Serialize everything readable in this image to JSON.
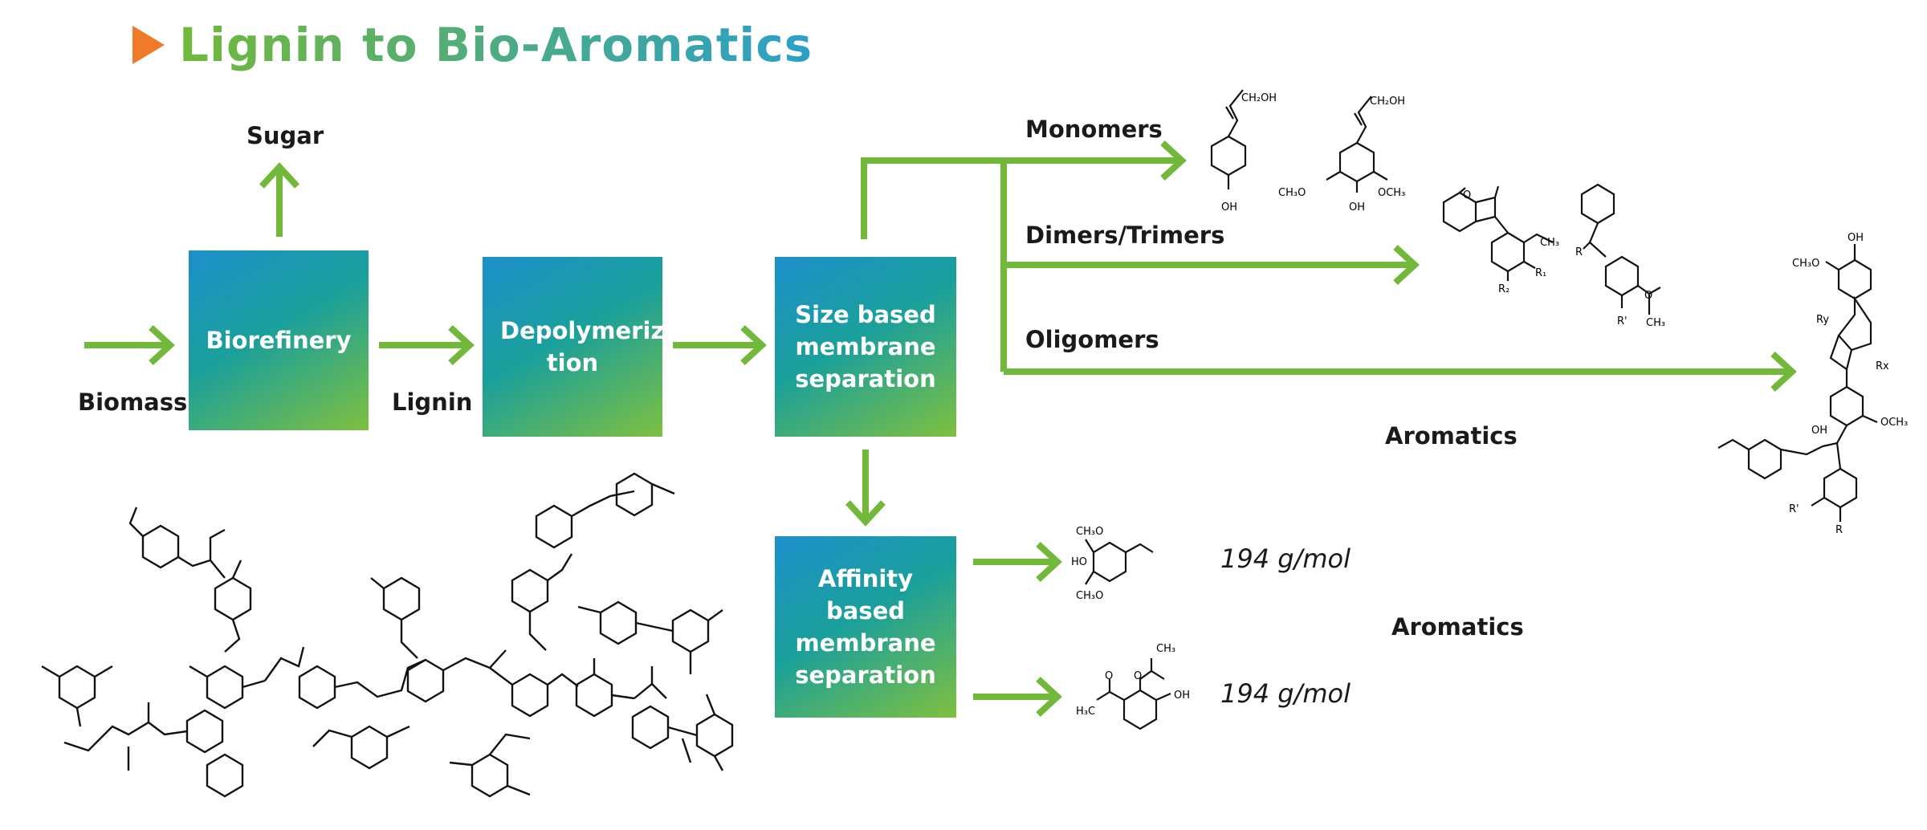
{
  "title": "Lignin to Bio-Aromatics",
  "labels": {
    "sugar": "Sugar",
    "biomass": "Biomass",
    "lignin": "Lignin",
    "monomers": "Monomers",
    "dimers": "Dimers/Trimers",
    "oligomers": "Oligomers",
    "aromatics_top": "Aromatics",
    "aromatics_bottom": "Aromatics"
  },
  "boxes": {
    "biorefinery": "Biorefinery",
    "depolymerization": "Depolymeriza-tion",
    "size_sep": "Size based membrane separation",
    "affinity_sep": "Affinity based membrane separation"
  },
  "mw": {
    "first": "194 g/mol",
    "second": "194 g/mol"
  },
  "chem": {
    "ch2oh": "CH₂OH",
    "oh": "OH",
    "och3": "OCH₃",
    "ch3o": "CH₃O",
    "ho": "HO",
    "r": "R",
    "r1": "R₁",
    "r2": "R₂",
    "rprime": "R'",
    "rx": "Rx",
    "ry": "Ry",
    "ch3": "CH₃",
    "h3c": "H₃C",
    "o": "O"
  },
  "colors": {
    "arrow": "#72b83a",
    "title_start": "#72b83a",
    "title_end": "#2aa0c8",
    "title_triangle": "#f07a2a",
    "box_top": "#1d8fcc",
    "box_bottom": "#7fc03f"
  }
}
